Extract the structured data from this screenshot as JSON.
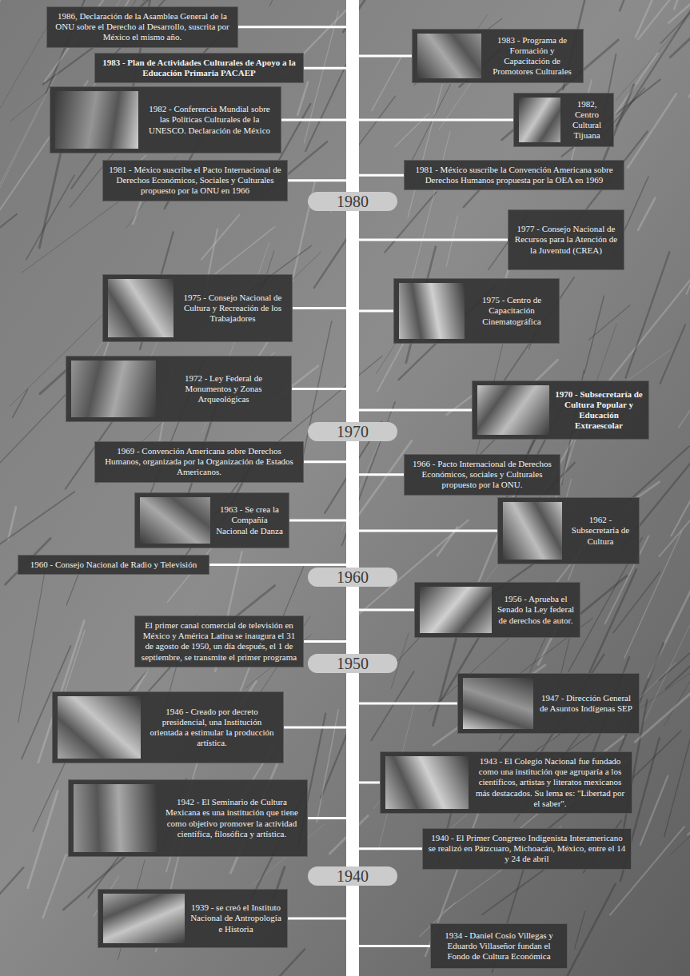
{
  "diagram": {
    "nodes": [
      {
        "text": [
          "1986, Declaración de la Asamblea General de la ONU sobre el Derecho al Desarrollo, suscrita por México el mismo año."
        ]
      },
      {
        "text": [
          "1983 - Programa de Formación y Capacitación de Promotores Culturales"
        ]
      },
      {
        "text": [
          "1983 - Plan de Actividades Culturales de Apoyo a la Educación Primaria PACAEP"
        ]
      },
      {
        "text": [
          "1982 - Conferencia Mundial sobre las Políticas Culturales de la UNESCO. Declaración de México"
        ]
      },
      {
        "text": [
          "1982, Centro Cultural Tijuana"
        ]
      },
      {
        "text": [
          "1981 - México suscribe el Pacto Internacional de Derechos Económicos, Sociales y Culturales propuesto por la ONU en 1966"
        ]
      },
      {
        "text": [
          "1981 - México suscribe la Convención Americana sobre Derechos Humanos propuesta por la OEA en 1969"
        ]
      },
      {
        "text": [
          "1980"
        ]
      },
      {
        "text": [
          "1977 - Consejo Nacional de Recursos para la Atención de la Juventud (CREA)"
        ]
      },
      {
        "text": [
          "1975 - Consejo Nacional de Cultura y Recreación de los Trabajadores"
        ]
      },
      {
        "text": [
          "1975 - Centro de Capacitación Cinematográfica"
        ]
      },
      {
        "text": [
          "1972 - Ley Federal de Monumentos y Zonas Arqueológicas"
        ]
      },
      {
        "text": [
          "1970 - Subsecretaría de Cultura Popular y Educación Extraescolar"
        ]
      },
      {
        "text": [
          "1970"
        ]
      },
      {
        "text": [
          "1969 - Convención Americana sobre Derechos Humanos, organizada por la Organización de Estados Americanos."
        ]
      },
      {
        "text": [
          "1966 - Pacto Internacional de Derechos Económicos, sociales y Culturales propuesto por la ONU."
        ]
      },
      {
        "text": [
          "1963 - Se crea la Compañía Nacional de Danza"
        ]
      },
      {
        "text": [
          "1962 - Subsecretaría de Cultura"
        ]
      },
      {
        "text": [
          "1960 - Consejo Nacional de Radio y Televisión"
        ]
      },
      {
        "text": [
          "1960"
        ]
      },
      {
        "text": [
          "1956 - Aprueba el Senado la Ley federal de derechos de autor."
        ]
      },
      {
        "text": [
          "El primer canal comercial de televisión en México y América Latina se inaugura el 31 de agosto de 1950, un día después, el 1 de septiembre, se transmite el primer programa"
        ]
      },
      {
        "text": [
          "1950"
        ]
      },
      {
        "text": [
          "1947 - Dirección General de Asuntos Indígenas SEP"
        ]
      },
      {
        "text": [
          "1946 - Creado por decreto presidencial, una Institución orientada a estimular la producción artística."
        ]
      },
      {
        "text": [
          "1943 - El Colegio Nacional fue fundado como una institución que agruparía a los científicos, artistas y literatos mexicanos más destacados. Su lema es: \"Libertad por el saber\"."
        ]
      },
      {
        "text": [
          "1942 - El Seminario de Cultura Mexicana es una institución que tiene como objetivo promover la actividad científica, filosófica y artística."
        ]
      },
      {
        "text": [
          "1940 - El Primer Congreso Indigenista Interamericano se realizó en Pátzcuaro, Michoacán, México, entre el 14 y 24 de abril"
        ]
      },
      {
        "text": [
          "1940"
        ]
      },
      {
        "text": [
          "1939 - se creó el Instituto Nacional de Antropología e Historia"
        ]
      },
      {
        "text": [
          "1934 - Daniel Cosío Villegas y Eduardo Villaseñor fundan el Fondo de Cultura Económica"
        ]
      }
    ]
  }
}
